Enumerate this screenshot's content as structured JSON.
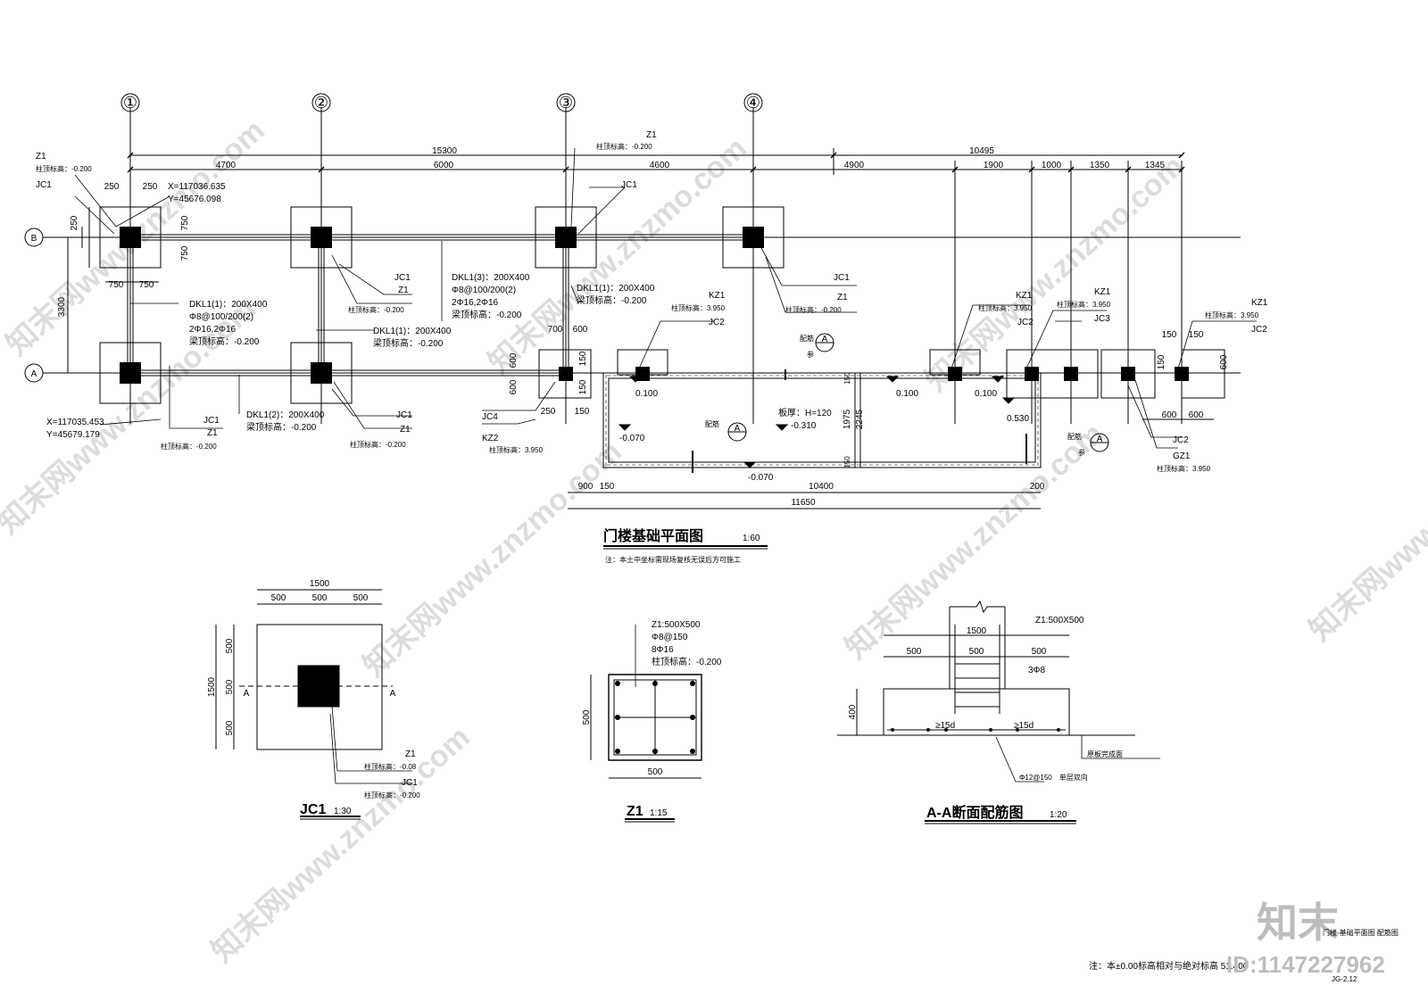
{
  "plan": {
    "axes": {
      "a1": "①",
      "a2": "②",
      "a3": "③",
      "a4": "④",
      "rowB": "B",
      "rowA": "A"
    },
    "dims": {
      "total_left": "15300",
      "total_right": "10495",
      "s4700": "4700",
      "s6000": "6000",
      "s4600": "4600",
      "s4900": "4900",
      "s1900": "1900",
      "s1000": "1000",
      "s1350": "1350",
      "s1345": "1345",
      "d250a": "250",
      "d250b": "250",
      "d250v": "250",
      "d750a": "750",
      "d750b": "750",
      "d3300": "3300",
      "d750h1": "750",
      "d750h2": "750",
      "d700": "700",
      "d600": "600",
      "d600v1": "600",
      "d600v2": "600",
      "d150": "150",
      "d150b": "150",
      "d250c": "250",
      "d150c": "150",
      "d150r": "150",
      "d150r2": "150",
      "d600r1": "600",
      "d600r2": "600",
      "d600v3": "600",
      "d150v": "150",
      "b900": "900",
      "b150": "150",
      "b10400": "10400",
      "b200": "200",
      "b11650": "11650",
      "v1975": "1975",
      "v2245": "2245",
      "v150": "150",
      "v150b": "150"
    },
    "labels": {
      "z1_a": "Z1",
      "z1_a_elev": "柱顶标高：-0.200",
      "jc1_a": "JC1",
      "coordX1": "X=117036.635",
      "coordY1": "Y=45676.098",
      "coordX2": "X=117035.453",
      "coordY2": "Y=45679.179",
      "dkl1_1_a": "DKL1(1)：200X400",
      "dkl1_1_a_r1": "Φ8@100/200(2)",
      "dkl1_1_a_r2": "2Φ16,2Φ16",
      "dkl1_1_a_elev": "梁顶标高：-0.200",
      "jc1_b": "JC1",
      "z1_b": "Z1",
      "z1_b_elev": "柱顶标高：-0.200",
      "dkl1_3": "DKL1(3)：200X400",
      "dkl1_3_r1": "Φ8@100/200(2)",
      "dkl1_3_r2": "2Φ16,2Φ16",
      "dkl1_3_elev": "梁顶标高：-0.200",
      "dkl1_1_b": "DKL1(1)：200X400",
      "dkl1_1_b_elev": "梁顶标高：-0.200",
      "dkl1_1_c": "DKL1(1)：200X400",
      "dkl1_1_c_elev": "梁顶标高：-0.200",
      "jc1_c": "JC1",
      "z1_c": "Z1",
      "z1_c_elev": "柱顶标高：-0.200",
      "jc1_d": "JC1",
      "z1_d": "Z1",
      "z1_d_elev": "柱顶标高：-0.200",
      "dkl1_2": "DKL1(2)：200X400",
      "dkl1_2_elev": "梁顶标高：-0.200",
      "z1_top3": "Z1",
      "z1_top3_elev": "柱顶标高：-0.200",
      "jc1_top3": "JC1",
      "jc1_e": "JC1",
      "z1_e": "Z1",
      "z1_e_elev": "柱顶标高：-0.200",
      "kz1_a": "KZ1",
      "kz1_a_elev": "柱顶标高：3.950",
      "jc2_a": "JC2",
      "kz1_b": "KZ1",
      "kz1_b_elev": "柱顶标高：3.950",
      "jc2_b": "JC2",
      "kz1_c": "KZ1",
      "kz1_c_elev": "柱顶标高：3.950",
      "jc3": "JC3",
      "kz1_d": "KZ1",
      "kz1_d_elev": "柱顶标高：3.950",
      "jc2_d": "JC2",
      "jc4": "JC4",
      "kz2": "KZ2",
      "kz2_elev": "柱顶标高：3.950",
      "jc2_e": "JC2",
      "gz1": "GZ1",
      "gz1_elev": "柱顶标高：3.950",
      "el_0100a": "0.100",
      "el_0100b": "0.100",
      "el_0100c": "0.100",
      "el_0530": "0.530",
      "el_m0070a": "-0.070",
      "el_m0070b": "-0.070",
      "el_m0310": "-0.310",
      "slab": "板厚：H=120",
      "sec_ref": "配筋",
      "sec_A": "A",
      "sec_see": "参",
      "sec_ref2": "配筋",
      "sec_A2": "A",
      "sec_ref3": "配筋",
      "sec_A3": "A",
      "sec_see3": "参"
    },
    "title": "门楼基础平面图",
    "scale": "1:60",
    "note": "注：本土中坐标需现场复核无误后方可施工"
  },
  "jc1": {
    "d1500": "1500",
    "d500a": "500",
    "d500b": "500",
    "d500c": "500",
    "v1500": "1500",
    "v500a": "500",
    "v500b": "500",
    "v500c": "500",
    "secA1": "A",
    "secA2": "A",
    "z1": "Z1",
    "z1_elev": "柱顶标高：-0.08",
    "jc1": "JC1",
    "jc1_elev": "柱顶标高：-0.200",
    "title": "JC1",
    "scale": "1:30"
  },
  "z1": {
    "l1": "Z1:500X500",
    "l2": "Φ8@150",
    "l3": "8Φ16",
    "l4": "柱顶标高：-0.200",
    "d500h": "500",
    "d500v": "500",
    "title": "Z1",
    "scale": "1:15"
  },
  "aa": {
    "col": "Z1:500X500",
    "d1500": "1500",
    "d500a": "500",
    "d500b": "500",
    "d500c": "500",
    "stir": "3Φ8",
    "v400": "400",
    "lap1": "≥15d",
    "lap2": "≥15d",
    "ground": "原板完成面",
    "rebar": "Φ12@150　单层双向",
    "title": "A-A断面配筋图",
    "scale": "1:20"
  },
  "footer": {
    "note": "注：本±0.00标高相对与绝对标高 51.400",
    "sheet": "门楼-基础平面图 配筋图",
    "code": "JG-2.12"
  },
  "watermark": {
    "brand": "知末",
    "id": "ID:1147227962",
    "wm1": "知末网www.znzmo.com",
    "wm2": "知末网www.znzmo.com",
    "wm3": "知末网www.znzmo.com",
    "wm4": "知末网www.znzmo.com",
    "wm5": "知末网www.znzmo.com",
    "wm6": "知末网www.znzmo.com",
    "wm7": "知末网www.znzmo.com",
    "wm8": "知末网www.znzmo.com"
  }
}
